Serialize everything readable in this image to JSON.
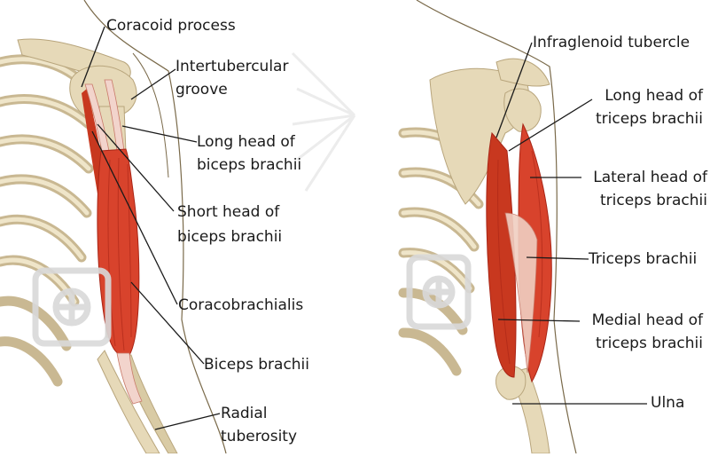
{
  "colors": {
    "bone": "#e6d9b8",
    "bone_edge": "#b8a57c",
    "muscle": "#d8432c",
    "muscle_dark": "#a92516",
    "tendon": "#f2d4cc",
    "outline": "#7a6a4a",
    "leader": "#1a1a1a",
    "watermark": "#d9d9d9"
  },
  "anterior_view": {
    "labels": [
      {
        "id": "coracoid-process",
        "lines": [
          "Coracoid process"
        ]
      },
      {
        "id": "intertubercular-groove",
        "lines": [
          "Intertubercular",
          "groove"
        ]
      },
      {
        "id": "long-head-biceps",
        "lines": [
          "Long head of",
          "biceps brachii"
        ]
      },
      {
        "id": "short-head-biceps",
        "lines": [
          "Short head of",
          "biceps brachii"
        ]
      },
      {
        "id": "coracobrachialis",
        "lines": [
          "Coracobrachialis"
        ]
      },
      {
        "id": "biceps-brachii",
        "lines": [
          "Biceps brachii"
        ]
      },
      {
        "id": "radial-tuberosity",
        "lines": [
          "Radial",
          "tuberosity"
        ]
      }
    ]
  },
  "posterior_view": {
    "labels": [
      {
        "id": "infraglenoid-tubercle",
        "lines": [
          "Infraglenoid tubercle"
        ]
      },
      {
        "id": "long-head-triceps",
        "lines": [
          "Long head of",
          "triceps brachii"
        ]
      },
      {
        "id": "lateral-head-triceps",
        "lines": [
          "Lateral head of",
          "triceps brachii"
        ]
      },
      {
        "id": "triceps-brachii",
        "lines": [
          "Triceps brachii"
        ]
      },
      {
        "id": "medial-head-triceps",
        "lines": [
          "Medial head of",
          "triceps brachii"
        ]
      },
      {
        "id": "ulna",
        "lines": [
          "Ulna"
        ]
      }
    ]
  }
}
